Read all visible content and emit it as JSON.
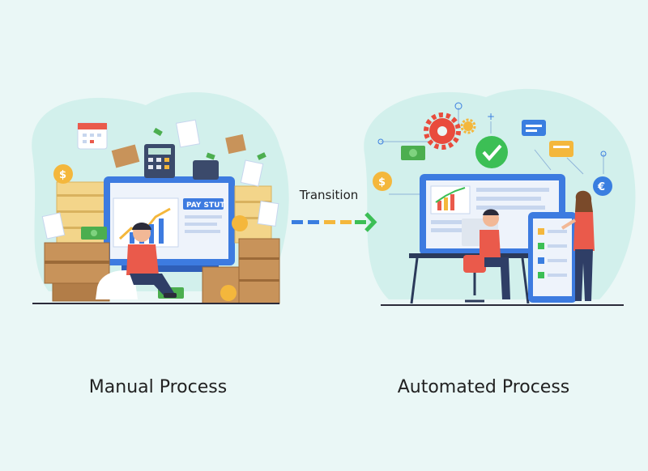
{
  "labels": {
    "left_caption": "Manual Process",
    "right_caption": "Automated Process",
    "transition": "Transition",
    "pay_stub": "PAY STUT",
    "currency_dollar": "$",
    "currency_euro": "€"
  },
  "colors": {
    "background": "#eaf7f6",
    "blob": "#d2f0ec",
    "monitor": "#3d7be0",
    "box": "#c8935a",
    "paper": "#f3d58a",
    "coin": "#f4b73c",
    "money": "#4cae4f",
    "shirt": "#ea5a4b",
    "pants": "#2f3e66",
    "check": "#3cbf55",
    "gear": "#e94b3c",
    "arrow_blue": "#3a7ee0",
    "arrow_yellow": "#f4b73c",
    "arrow_green": "#3cbf55"
  },
  "icons": [
    "calendar-icon",
    "calculator-icon",
    "document-icon",
    "coin-icon",
    "gear-icon",
    "checkmark-icon",
    "chat-bubble-icon",
    "cash-icon",
    "euro-coin-icon",
    "chart-icon"
  ]
}
